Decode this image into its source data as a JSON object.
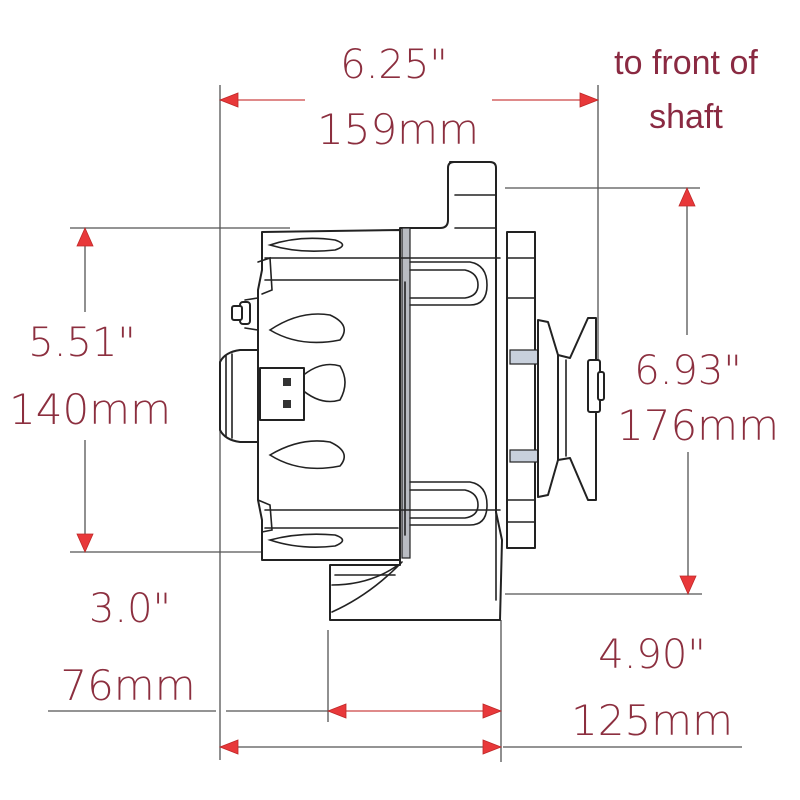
{
  "title": "Alternator dimension diagram (side view)",
  "colors": {
    "dimension_text": "#8c2f3f",
    "arrow_fill": "#e8383a",
    "line": "#222222",
    "background": "#ffffff"
  },
  "dimensions": {
    "overall_length": {
      "inches": "6.25\"",
      "mm": "159mm",
      "note_line1": "to front of",
      "note_line2": "shaft"
    },
    "case_height": {
      "inches": "5.51\"",
      "mm": "140mm"
    },
    "overall_height": {
      "inches": "6.93\"",
      "mm": "176mm"
    },
    "rear_to_mount": {
      "inches": "3.0\"",
      "mm": "76mm"
    },
    "rear_to_front_face": {
      "inches": "4.90\"",
      "mm": "125mm"
    }
  },
  "parts": [
    {
      "name": "mounting-ear",
      "label": ""
    },
    {
      "name": "rear-housing",
      "label": ""
    },
    {
      "name": "front-housing",
      "label": ""
    },
    {
      "name": "cooling-fan",
      "label": ""
    },
    {
      "name": "v-belt-pulley",
      "label": ""
    },
    {
      "name": "shaft-nut",
      "label": ""
    },
    {
      "name": "terminal-connector",
      "label": ""
    },
    {
      "name": "battery-terminal-stud",
      "label": ""
    }
  ]
}
